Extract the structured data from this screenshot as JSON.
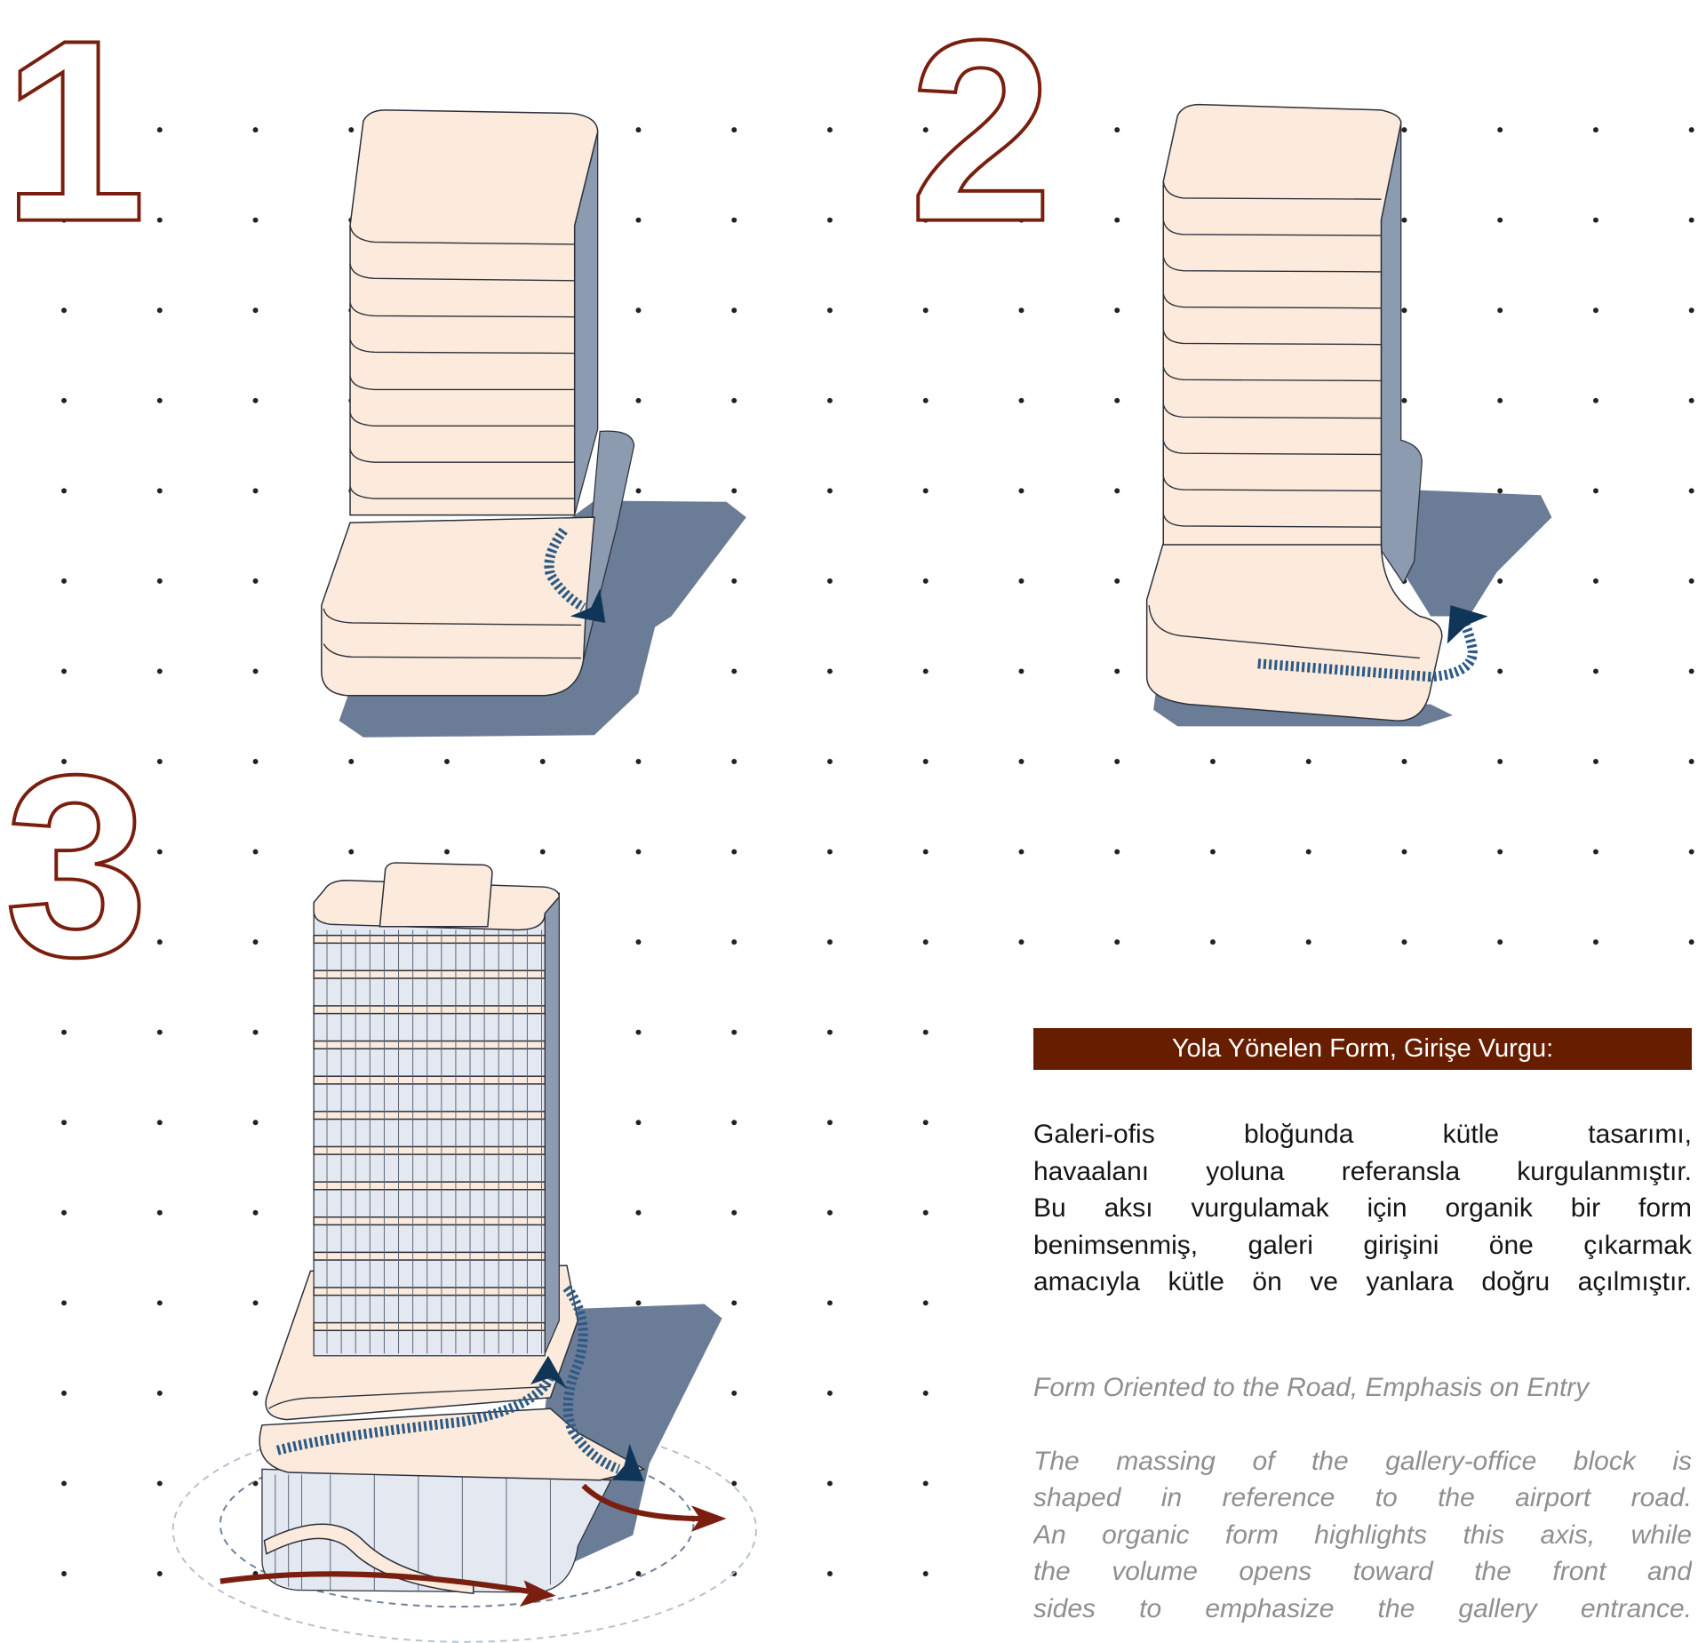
{
  "steps": [
    {
      "label": "1"
    },
    {
      "label": "2"
    },
    {
      "label": "3"
    }
  ],
  "text_panel": {
    "header": "Yola Yönelen Form, Girişe Vurgu:",
    "turkish_lines": [
      "Galeri-ofis bloğunda kütle tasarımı,",
      "havaalanı yoluna referansla kurgulanmıştır.",
      "Bu aksı vurgulamak için organik bir form",
      "benimsenmiş, galeri girişini öne çıkarmak",
      "amacıyla kütle ön ve yanlara doğru açılmıştır."
    ],
    "english_title": "Form Oriented to the Road, Emphasis on Entry",
    "english_lines": [
      "The massing of the gallery-office block is",
      "shaped in reference to the airport road.",
      "An organic form highlights this axis, while",
      "the volume opens toward the front and",
      "sides to emphasize the gallery entrance."
    ]
  },
  "colors": {
    "accent": "#671e00",
    "number_outline": "#7a1f0f",
    "shadow": "#6b7c96",
    "flow_arrow": "#2d5a86",
    "mass": "#fcebdc"
  }
}
